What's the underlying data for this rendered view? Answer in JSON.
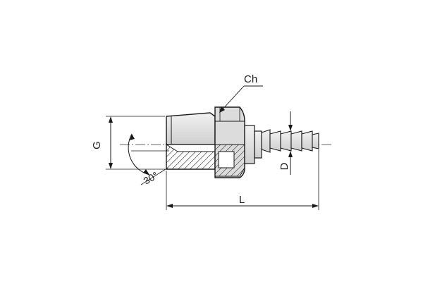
{
  "drawing": {
    "labels": {
      "chamfer": "Ch",
      "thread": "G",
      "length": "L",
      "hose_diameter": "D",
      "angle": "30°"
    },
    "colors": {
      "line": "#1a1a1a",
      "fill": "#e6e6e6",
      "shade": "#c8c8c8",
      "centerline": "#333333"
    }
  }
}
